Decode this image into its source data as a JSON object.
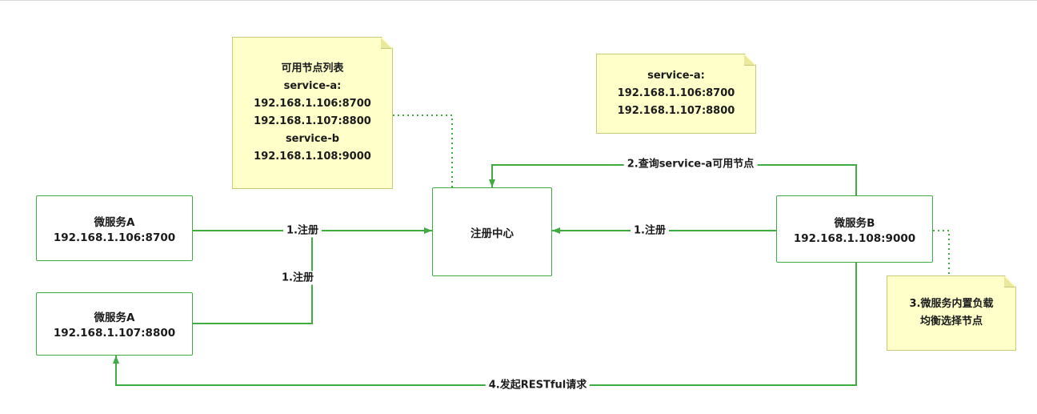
{
  "diagram": {
    "notes": {
      "available_nodes": {
        "lines": [
          "可用节点列表",
          "service-a:",
          "192.168.1.106:8700",
          "192.168.1.107:8800",
          "service-b",
          "192.168.1.108:9000"
        ]
      },
      "service_a_nodes": {
        "lines": [
          "service-a:",
          "192.168.1.106:8700",
          "192.168.1.107:8800"
        ]
      },
      "load_balance": {
        "lines": [
          "3.微服务内置负载",
          "均衡选择节点"
        ]
      }
    },
    "boxes": {
      "service_a1": {
        "title": "微服务A",
        "address": "192.168.1.106:8700"
      },
      "service_a2": {
        "title": "微服务A",
        "address": "192.168.1.107:8800"
      },
      "registry": {
        "title": "注册中心"
      },
      "service_b": {
        "title": "微服务B",
        "address": "192.168.1.108:9000"
      }
    },
    "labels": {
      "register_a1": "1.注册",
      "register_a2": "1.注册",
      "register_b": "1.注册",
      "query": "2.查询service-a可用节点",
      "restful": "4.发起RESTful请求"
    },
    "colors": {
      "line_green": "#3eac41",
      "note_bg": "#feffc9",
      "note_border": "#c9c97a",
      "box_border": "#3eac41",
      "text": "#1b1b1b"
    }
  }
}
